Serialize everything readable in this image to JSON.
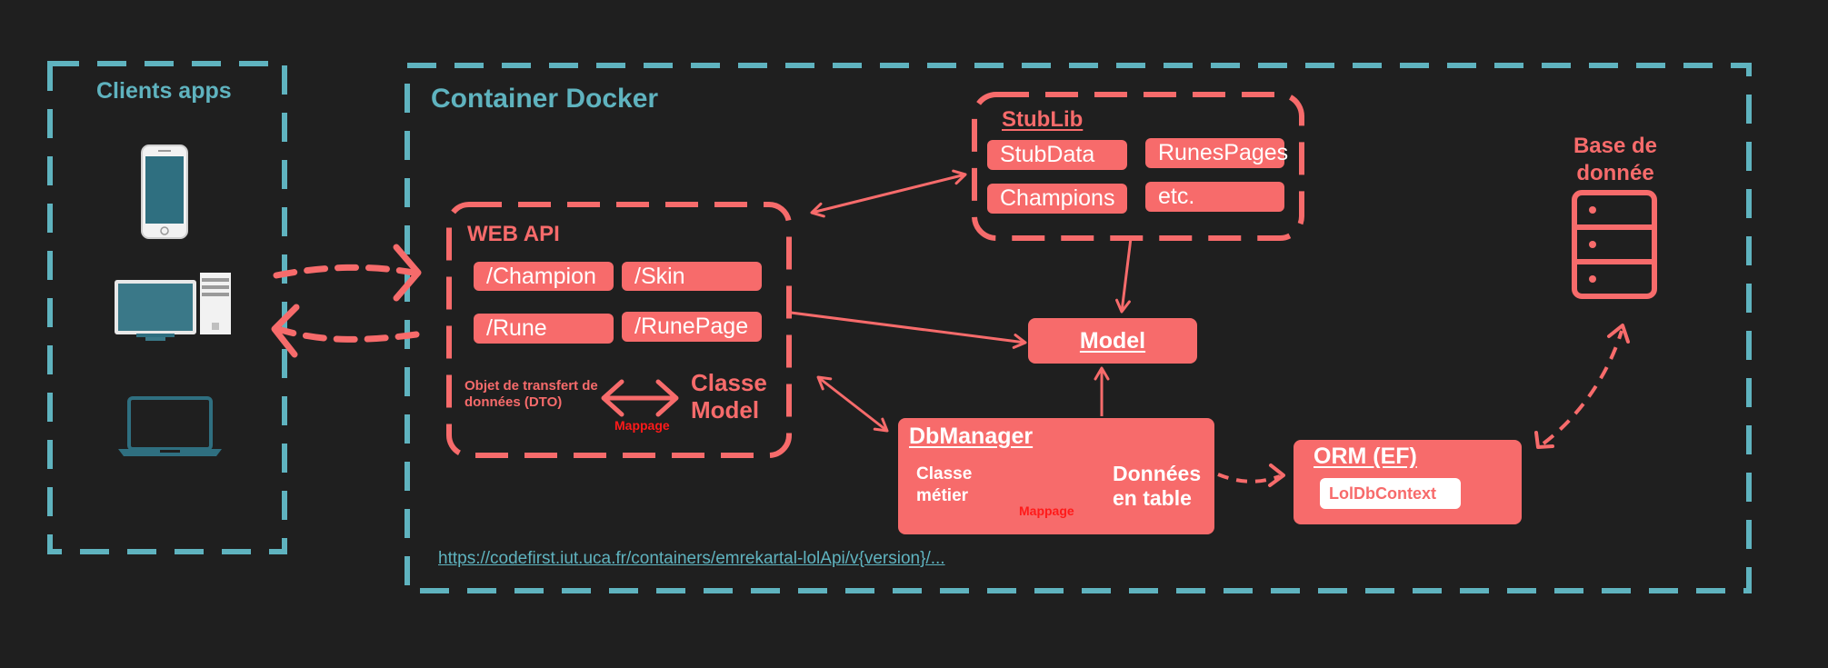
{
  "clients": {
    "title": "Clients apps"
  },
  "container": {
    "title": "Container Docker",
    "url": "https://codefirst.iut.uca.fr/containers/emrekartal-lolApi/v{version}/..."
  },
  "webapi": {
    "title": "WEB API",
    "routes": [
      "/Champion",
      "/Skin",
      "/Rune",
      "/RunePage"
    ],
    "dto_label": "Objet de transfert de données (DTO)",
    "model_label": "Classe Model",
    "mapping": "Mappage"
  },
  "stublib": {
    "title": "StubLib",
    "items": [
      "StubData",
      "RunesPages",
      "Champions",
      "etc."
    ]
  },
  "model": {
    "title": "Model"
  },
  "dbmanager": {
    "title": "DbManager",
    "left_label": "Classe métier",
    "right_label": "Données en table",
    "mapping": "Mappage"
  },
  "orm": {
    "title": "ORM (EF)",
    "context": "LolDbContext"
  },
  "database": {
    "title": "Base de donnée"
  },
  "colors": {
    "background": "#1f1f1f",
    "teal": "#5fb3bf",
    "coral": "#f76b6b",
    "mapping_red": "#ff1a1a"
  },
  "icons": [
    "smartphone-icon",
    "desktop-computer-icon",
    "laptop-icon",
    "database-server-icon"
  ]
}
